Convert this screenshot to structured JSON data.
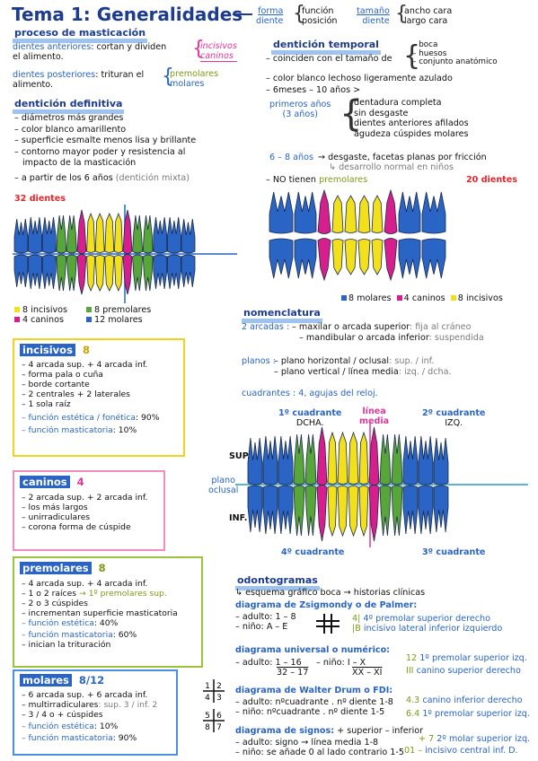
{
  "title": "Tema 1: Generalidades",
  "forma": {
    "label": "forma",
    "sub": "diente",
    "items": [
      "función",
      "posición"
    ]
  },
  "tamano": {
    "label": "tamaño",
    "sub": "diente",
    "items": [
      "ancho cara",
      "largo cara"
    ]
  },
  "masticacion": {
    "heading": "proceso de masticación",
    "anteriores_label": "dientes anteriores",
    "anteriores_text": ": cortan y dividen",
    "anteriores_text2": "el alimento.",
    "anteriores_tags": [
      "incisivos",
      "caninos"
    ],
    "posteriores_label": "dientes posteriores",
    "posteriores_text": ": trituran el",
    "posteriores_text2": "alimento.",
    "posteriores_tags": [
      "premolares",
      "molares"
    ]
  },
  "definitiva": {
    "heading": "dentición definitiva",
    "items": [
      "– diámetros más grandes",
      "– color blanco amarillento",
      "– superficie esmalte menos lisa y brillante",
      "– contorno mayor poder y resistencia al",
      "impacto de la masticación",
      "– a partir de los 6 años"
    ],
    "mixta": "(dentición mixta)",
    "count": "32 dientes"
  },
  "legend_def": [
    "8 incisivos",
    "4 caninos",
    "8 premolares",
    "12 molares"
  ],
  "temporal": {
    "heading": "dentición temporal",
    "coinciden": "– coinciden con el tamaño de",
    "coinciden_items": [
      "boca",
      "huesos",
      "conjunto anatómico"
    ],
    "color": "– color blanco lechoso ligeramente azulado",
    "edad": "– 6meses – 10 años >",
    "primeros_label": "primeros años",
    "primeros_sub": "(3 años)",
    "primeros_items": [
      "dentadura completa",
      "sin desgaste",
      "dientes anteriores afilados",
      "agudeza cúspides molares"
    ],
    "seis_label": "6 – 8 años",
    "seis_items": [
      "desgaste, facetas planas por fricción",
      "desarrollo normal en niños"
    ],
    "no_tienen": "– NO tienen",
    "no_tienen_word": "premolares",
    "count": "20 dientes"
  },
  "legend_temp": [
    "8 molares",
    "4 caninos",
    "8 incisivos"
  ],
  "incisivos": {
    "title": "incisivos",
    "num": "8",
    "items": [
      "– 4 arcada sup. + 4 arcada inf.",
      "– forma pala o cuña",
      "– borde cortante",
      "– 2 centrales + 2 laterales",
      "– 1 sola raíz"
    ],
    "f1_label": "– función estética / fonética",
    "f1_val": ": 90%",
    "f2_label": "– función masticatoria",
    "f2_val": ": 10%"
  },
  "caninos": {
    "title": "caninos",
    "num": "4",
    "items": [
      "– 2 arcada sup. + 2 arcada inf.",
      "– los más largos",
      "– unirradiculares",
      "– corona forma de cúspide"
    ]
  },
  "premolares": {
    "title": "premolares",
    "num": "8",
    "items": [
      "– 4 arcada sup. + 4 arcada inf.",
      "– 1 o 2 raíces",
      "– 2 o 3 cúspides",
      "– incrementan superficie masticatoria"
    ],
    "note": "→ 1º premolares sup.",
    "f1_label": "– función estética",
    "f1_val": ": 40%",
    "f2_label": "– función masticatoria",
    "f2_val": ": 60%",
    "last": "– inician la trituración"
  },
  "molares": {
    "title": "molares",
    "num": "8/12",
    "items": [
      "– 6 arcada sup. + 6 arcada inf.",
      "– multirradiculares",
      "– 3 / 4 o + cúspides"
    ],
    "multi_note": ": sup. 3 / inf. 2",
    "f1_label": "– función estética",
    "f1_val": ": 10%",
    "f2_label": "– función masticatoria",
    "f2_val": ": 90%"
  },
  "nomenclatura": {
    "heading": "nomenclatura",
    "arcadas_label": "2 arcadas",
    "arcadas": [
      {
        "text": "– maxilar o arcada superior",
        "note": ": fija al cráneo"
      },
      {
        "text": "– mandibular o arcada inferior",
        "note": ": suspendida"
      }
    ],
    "planos_label": "planos",
    "planos": [
      {
        "text": "– plano horizontal / oclusal",
        "note": ": sup. / inf."
      },
      {
        "text": "– plano vertical / línea media",
        "note": ": izq. / dcha."
      }
    ],
    "cuadrantes": "cuadrantes : 4, agujas del reloj.",
    "q1": "1º cuadrante",
    "q1_sub": "DCHA.",
    "q2": "2º cuadrante",
    "q2_sub": "IZQ.",
    "q3": "3º cuadrante",
    "q4": "4º cuadrante",
    "linea": [
      "línea",
      "media"
    ],
    "plano": [
      "plano",
      "oclusal"
    ],
    "sup": "SUP.",
    "inf": "INF."
  },
  "odontogramas": {
    "heading": "odontogramas",
    "esquema": "esquema gráfico boca → historias clínicas",
    "zsigmondy": {
      "title": "diagrama de Zsigmondy o de Palmer:",
      "adulto": "– adulto: 1 – 8",
      "nino": "– niño: A – E",
      "ex1_code": "4|",
      "ex1_text": "4º premolar superior derecho",
      "ex2_code": "|B",
      "ex2_text": "incisivo lateral inferior izquierdo"
    },
    "universal": {
      "title": "diagrama universal o numérico:",
      "adulto": "– adulto: 1 – 16",
      "adulto2": "32 – 17",
      "nino": "– niño: I – X",
      "nino2": "XX – XI",
      "ex1_code": "12",
      "ex1_text": "1º premolar superior izq.",
      "ex2_code": "III",
      "ex2_text": "canino superior derecho"
    },
    "fdi": {
      "title": "diagrama de Walter Drum o FDI:",
      "adulto": "– adulto: nºcuadrante . nº diente 1-8",
      "nino": "– niño: nºcuadrante . nº diente 1-5",
      "ex1_code": "4.3",
      "ex1_text": "canino inferior derecho",
      "ex2_code": "6.4",
      "ex2_text": "1º premolar superior izq.",
      "grid1": [
        "1",
        "2",
        "4",
        "3"
      ],
      "grid2": [
        "5",
        "6",
        "8",
        "7"
      ]
    },
    "signos": {
      "title": "diagrama de signos:",
      "title_note": "+ superior  – inferior",
      "adulto": "– adulto: signo → línea media 1-8",
      "nino": "– niño: se añade 0 al lado contrario 1-5",
      "ex1_code": "+ 7",
      "ex1_text": "2º molar superior izq.",
      "ex2_code": "01 –",
      "ex2_text": "incisivo central inf. D."
    }
  },
  "colors": {
    "molar": "#2a64c4",
    "premolar": "#58a53a",
    "canino": "#d61f8c",
    "incisivo": "#f2e01c",
    "box_incisivos": "#f2d21f",
    "box_caninos": "#ef8fc1",
    "box_premolares": "#9bc33f",
    "box_molares": "#4d8ee0"
  }
}
